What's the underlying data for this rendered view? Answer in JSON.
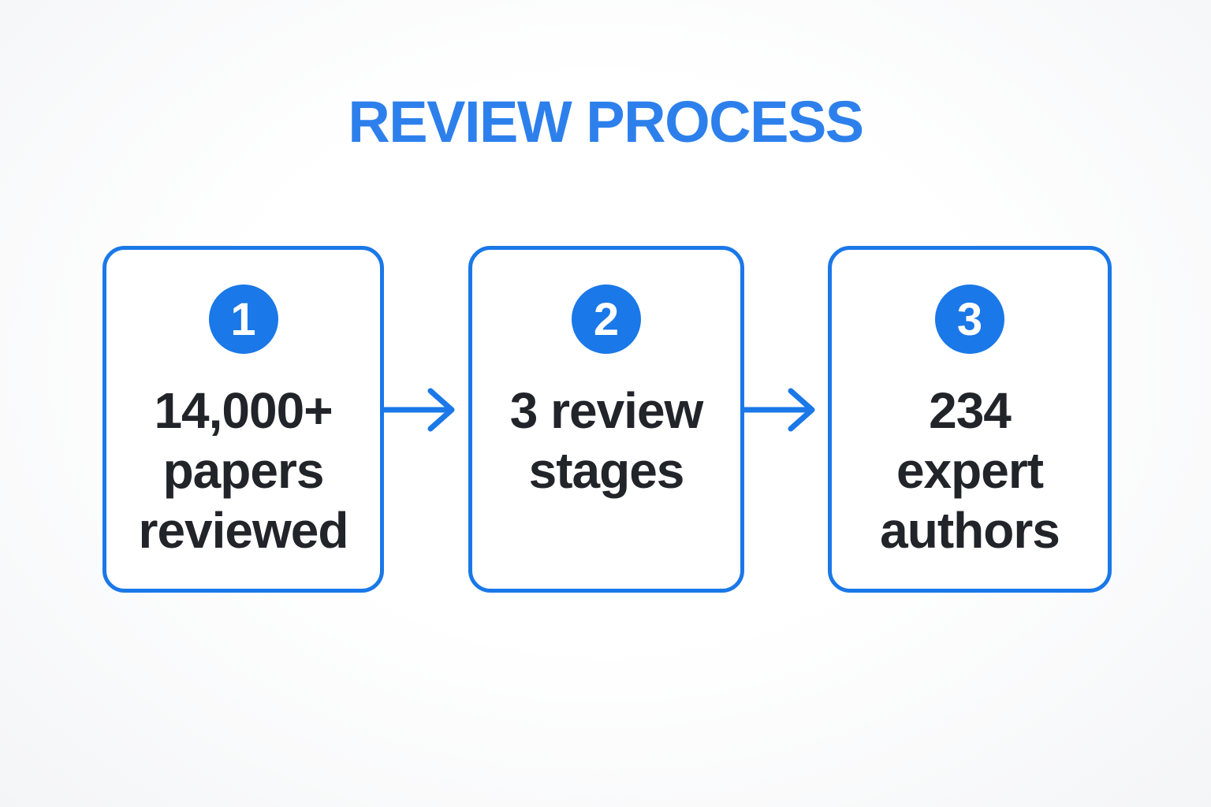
{
  "title": "REVIEW PROCESS",
  "colors": {
    "accent": "#1a78e8",
    "title_blue": "#2d80ec",
    "ink": "#212429",
    "card_bg": "#ffffff"
  },
  "steps": [
    {
      "number": "1",
      "text": "14,000+\npapers\nreviewed"
    },
    {
      "number": "2",
      "text": "3 review\nstages"
    },
    {
      "number": "3",
      "text": "234\nexpert\nauthors"
    }
  ],
  "icons": {
    "flow_arrow": "→"
  }
}
